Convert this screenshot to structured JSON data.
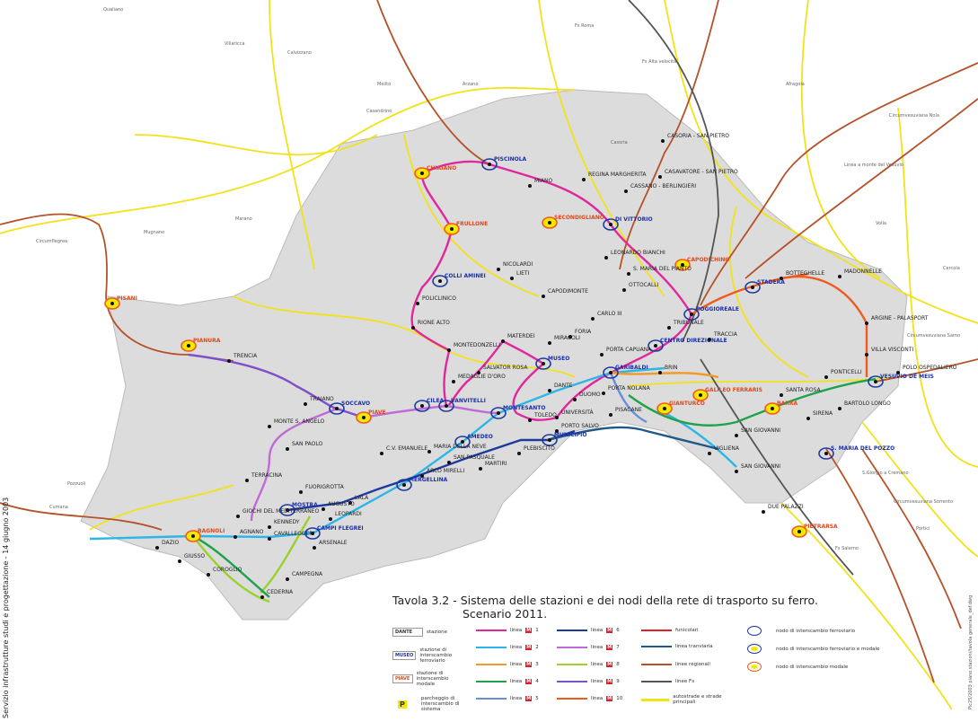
{
  "title": {
    "line1": "Tavola 3.2 - Sistema delle stazioni e dei nodi della rete di trasporto su ferro.",
    "line2": "Scenario 2011."
  },
  "side_text": "Servizio infrastrutture studi e progettazione - 14 giugno 2003",
  "side_text_right": "Pic25/2003 piano stazioni/tavola generale_def.dwg",
  "colors": {
    "m1": "#e0289c",
    "m2": "#2bb6e8",
    "m3": "#f39a2a",
    "m4": "#1fa24a",
    "m5": "#6a8fd8",
    "m6": "#1f3a9e",
    "m7": "#c06ad8",
    "m8": "#9ad12a",
    "m9": "#8050c8",
    "m10": "#f05a1e",
    "tram": "#1d5a8a",
    "regional": "#b5522a",
    "fs": "#555555",
    "roads": "#f2e21a",
    "funicular": "#e2202a",
    "city": "#d9d9d9"
  },
  "legend": {
    "station_samples": {
      "dante": "DANTE",
      "museo": "MUSEO",
      "piave": "PIAVE",
      "parking": "P"
    },
    "stazione": "stazione",
    "stazione_ferroviario": "stazione di interscambio ferroviario",
    "stazione_modale": "stazione di interscambio modale",
    "parcheggio": "parcheggio di interscambio di sistema",
    "linea": "linea",
    "metro_icon": "M",
    "lines": [
      "1",
      "2",
      "3",
      "4",
      "5",
      "6",
      "7",
      "8",
      "9",
      "10"
    ],
    "funicolari": "funicolari",
    "tranviaria": "linea tranviaria",
    "regionali": "linee regionali",
    "fs": "linee Fs",
    "autostrade": "autostrade e strade principali",
    "nodo_ferroviario": "nodo di interscambio ferroviario",
    "nodo_ferroviario_modale": "nodo di interscambio ferroviario e modale",
    "nodo_modale": "nodo di interscambio modale"
  },
  "places": [
    "Qualiano",
    "Villaricca",
    "Calvizzano",
    "Marano",
    "Mugnano",
    "Melito",
    "Casandrino",
    "Arzano",
    "Casoria",
    "Afragola",
    "Volla",
    "Cercola",
    "Pozzuoli",
    "Portici",
    "S.Giorgio a Cremano",
    "Fs Roma",
    "Fs Alta velocità",
    "Circumvesuviana Nola",
    "Circumflegrea",
    "Cumana",
    "Linea a monte del Vesuvio",
    "Circumvesuviana Sarno",
    "Circumvesuviana Sorrento",
    "Fs Salerno"
  ],
  "stations": [
    {
      "name": "PISCINOLA",
      "type": "fer"
    },
    {
      "name": "CHIAIANO",
      "type": "mod"
    },
    {
      "name": "MIANO",
      "type": "st"
    },
    {
      "name": "REGINA MARGHERITA",
      "type": "st"
    },
    {
      "name": "SECONDIGLIANO",
      "type": "mod"
    },
    {
      "name": "DI VITTORIO",
      "type": "fer"
    },
    {
      "name": "CAPODICHINO",
      "type": "mod"
    },
    {
      "name": "FRULLONE",
      "type": "mod"
    },
    {
      "name": "COLLI AMINEI",
      "type": "fer"
    },
    {
      "name": "NICOLARDI",
      "type": "st"
    },
    {
      "name": "LIETI",
      "type": "st"
    },
    {
      "name": "POLICLINICO",
      "type": "st"
    },
    {
      "name": "RIONE ALTO",
      "type": "st"
    },
    {
      "name": "CAPODIMONTE",
      "type": "st"
    },
    {
      "name": "MONTEDONZELLI",
      "type": "st"
    },
    {
      "name": "MATERDEI",
      "type": "st"
    },
    {
      "name": "MEDAGLIE D'ORO",
      "type": "st"
    },
    {
      "name": "SALVATOR ROSA",
      "type": "st"
    },
    {
      "name": "MUSEO",
      "type": "fer"
    },
    {
      "name": "DANTE",
      "type": "st"
    },
    {
      "name": "MONTESANTO",
      "type": "fer"
    },
    {
      "name": "VANVITELLI",
      "type": "fer"
    },
    {
      "name": "CILEA",
      "type": "fer"
    },
    {
      "name": "TOLEDO",
      "type": "st"
    },
    {
      "name": "UNIVERSITÀ",
      "type": "st"
    },
    {
      "name": "DUOMO",
      "type": "st"
    },
    {
      "name": "GARIBALDI",
      "type": "fer"
    },
    {
      "name": "CENTRO DIREZIONALE",
      "type": "fer"
    },
    {
      "name": "TRIBUNALE",
      "type": "st"
    },
    {
      "name": "POGGIOREALE",
      "type": "fer"
    },
    {
      "name": "CASORIA - SAN PIETRO",
      "type": "st"
    },
    {
      "name": "CASAVATORE - SAN PIETRO",
      "type": "st"
    },
    {
      "name": "CASSANO - BERLINGIERI",
      "type": "st"
    },
    {
      "name": "LEONARDO BIANCHI",
      "type": "st"
    },
    {
      "name": "S. MARIA DEL PIANTO",
      "type": "st"
    },
    {
      "name": "OTTOCALLI",
      "type": "st"
    },
    {
      "name": "CARLO III",
      "type": "st"
    },
    {
      "name": "FORIA",
      "type": "st"
    },
    {
      "name": "MIRACOLI",
      "type": "st"
    },
    {
      "name": "PORTA CAPUANA",
      "type": "st"
    },
    {
      "name": "PORTA NOLANA",
      "type": "st"
    },
    {
      "name": "PISACANE",
      "type": "st"
    },
    {
      "name": "PORTO SALVO",
      "type": "st"
    },
    {
      "name": "MUNICIPIO",
      "type": "fer"
    },
    {
      "name": "PLEBISCITO",
      "type": "st"
    },
    {
      "name": "MARTIRI",
      "type": "st"
    },
    {
      "name": "SAN PASQUALE",
      "type": "st"
    },
    {
      "name": "ARCO MIRELLI",
      "type": "st"
    },
    {
      "name": "MERGELLINA",
      "type": "fer"
    },
    {
      "name": "AMEDEO",
      "type": "fer"
    },
    {
      "name": "MARIA DELLA NEVE",
      "type": "st"
    },
    {
      "name": "C.V. EMANUELE",
      "type": "st"
    },
    {
      "name": "FUORIGROTTA",
      "type": "st"
    },
    {
      "name": "LALA",
      "type": "st"
    },
    {
      "name": "AUGUSTO",
      "type": "st"
    },
    {
      "name": "LEOPARDI",
      "type": "st"
    },
    {
      "name": "MOSTRA",
      "type": "fer"
    },
    {
      "name": "CAMPI FLEGREI",
      "type": "fer"
    },
    {
      "name": "KENNEDY",
      "type": "st"
    },
    {
      "name": "CAVALLEGGERI",
      "type": "st"
    },
    {
      "name": "ARSENALE",
      "type": "st"
    },
    {
      "name": "GIOCHI DEL MEDITERRANEO",
      "type": "st"
    },
    {
      "name": "AGNANO",
      "type": "st"
    },
    {
      "name": "BAGNOLI",
      "type": "mod"
    },
    {
      "name": "DAZIO",
      "type": "st"
    },
    {
      "name": "GIUSSO",
      "type": "st"
    },
    {
      "name": "COROGLIO",
      "type": "st"
    },
    {
      "name": "CAMPEGNA",
      "type": "st"
    },
    {
      "name": "CEDERNA",
      "type": "st"
    },
    {
      "name": "TERRACINA",
      "type": "st"
    },
    {
      "name": "SAN PAOLO",
      "type": "st"
    },
    {
      "name": "MONTE S. ANGELO",
      "type": "st"
    },
    {
      "name": "TRAIANO",
      "type": "st"
    },
    {
      "name": "SOCCAVO",
      "type": "fer"
    },
    {
      "name": "PIAVE",
      "type": "mod"
    },
    {
      "name": "TRENCIA",
      "type": "st"
    },
    {
      "name": "PIANURA",
      "type": "mod"
    },
    {
      "name": "PISANI",
      "type": "mod"
    },
    {
      "name": "BRIN",
      "type": "st"
    },
    {
      "name": "GIANTURCO",
      "type": "mod"
    },
    {
      "name": "GALILEO FERRARIS",
      "type": "mod"
    },
    {
      "name": "TRACCIA",
      "type": "st"
    },
    {
      "name": "STADERA",
      "type": "fer"
    },
    {
      "name": "BOTTEGHELLE",
      "type": "st"
    },
    {
      "name": "MADONNELLE",
      "type": "st"
    },
    {
      "name": "ARGINE - PALASPORT",
      "type": "st"
    },
    {
      "name": "VILLA VISCONTI",
      "type": "st"
    },
    {
      "name": "POLO OSPEDALIERO",
      "type": "st"
    },
    {
      "name": "VESUVIO DE MEIS",
      "type": "fer"
    },
    {
      "name": "PONTICELLI",
      "type": "st"
    },
    {
      "name": "SANTA ROSA",
      "type": "st"
    },
    {
      "name": "BARTOLO LONGO",
      "type": "st"
    },
    {
      "name": "BARRA",
      "type": "mod"
    },
    {
      "name": "SIRENA",
      "type": "st"
    },
    {
      "name": "S. MARIA DEL POZZO",
      "type": "fer"
    },
    {
      "name": "SAN GIOVANNI",
      "type": "st"
    },
    {
      "name": "VIGLIENA",
      "type": "st"
    },
    {
      "name": "SAN GIOVANNI",
      "type": "st"
    },
    {
      "name": "DUE PALAZZI",
      "type": "st"
    },
    {
      "name": "PIETRARSA",
      "type": "mod"
    }
  ]
}
